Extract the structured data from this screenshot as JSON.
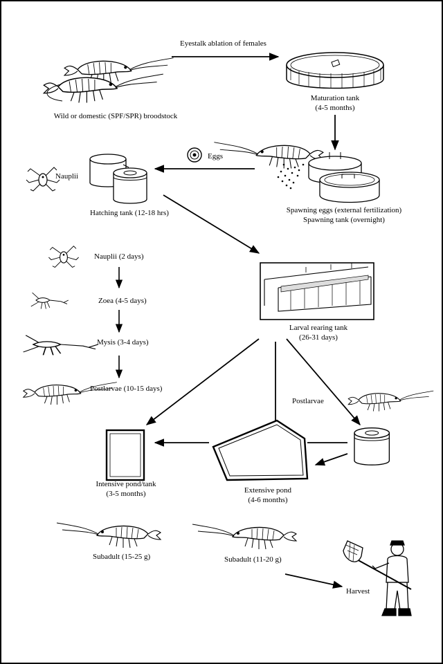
{
  "diagram": {
    "nodes": {
      "broodstock": "Wild or domestic (SPF/SPR) broodstock",
      "maturation_tank": "Maturation tank",
      "maturation_time": "(4-5 months)",
      "eggs": "Eggs",
      "nauplii": "Nauplii",
      "hatching_tank": "Hatching  tank (12-18 hrs)",
      "spawning_eggs": "Spawning eggs (external fertilization)",
      "spawning_tank": "Spawning tank (overnight)",
      "larval_rearing_tank": "Larval rearing tank",
      "larval_rearing_time": "(26-31 days)",
      "postlarvae": "Postlarvae",
      "intensive_pond": "Intensive pond/tank",
      "intensive_time": "(3-5 months)",
      "extensive_pond": "Extensive pond",
      "extensive_time": "(4-6 months)",
      "subadult_intensive": "Subadult (15-25 g)",
      "subadult_extensive": "Subadult (11-20 g)",
      "harvest": "Harvest"
    },
    "edges": {
      "eyestalk": "Eyestalk ablation of females"
    },
    "larval_stages": [
      "Nauplii (2 days)",
      "Zoea (4-5 days)",
      "Mysis (3-4 days)",
      "Postlarvae (10-15 days)"
    ]
  }
}
